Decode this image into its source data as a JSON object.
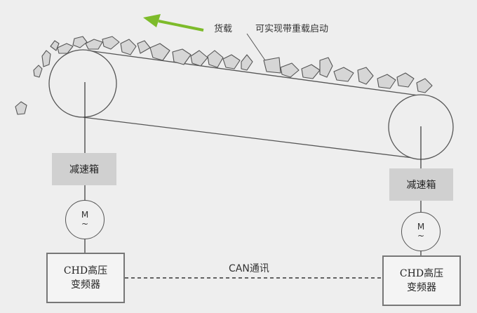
{
  "arrow_color": "#7dbb2a",
  "labels": {
    "cargo": "货载",
    "heavy_start": "可实现带重载启动"
  },
  "left_drive": {
    "gearbox": "减速箱",
    "motor_letter": "M",
    "motor_tilde": "~",
    "vfd_line1": "CHD高压",
    "vfd_line2": "变频器"
  },
  "right_drive": {
    "gearbox": "减速箱",
    "motor_letter": "M",
    "motor_tilde": "~",
    "vfd_line1": "CHD高压",
    "vfd_line2": "变频器"
  },
  "link": {
    "label": "CAN通讯"
  }
}
